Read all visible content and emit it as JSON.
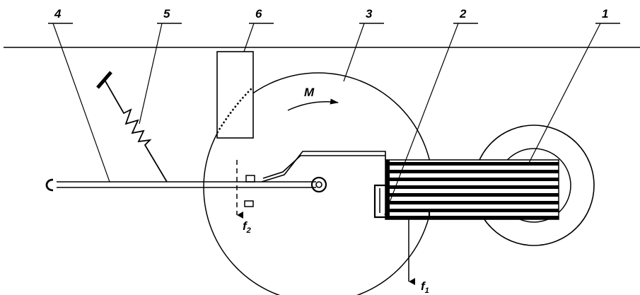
{
  "labels": {
    "n1": "1",
    "n2": "2",
    "n3": "3",
    "n4": "4",
    "n5": "5",
    "n6": "6"
  },
  "symbols": {
    "moment": "M",
    "force1": {
      "base": "f",
      "sub": "1"
    },
    "force2": {
      "base": "f",
      "sub": "2"
    }
  },
  "colors": {
    "line": "#000000",
    "background": "#ffffff"
  }
}
